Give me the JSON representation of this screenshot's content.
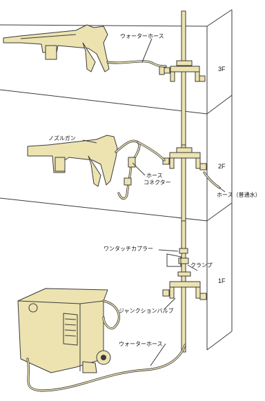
{
  "floors": {
    "f3": "3F",
    "f2": "2F",
    "f1": "1F"
  },
  "labels": {
    "water_hose_top": "ウォーターホース",
    "nozzle_gun": "ノズルガン",
    "hose_connector_l1": "ホース",
    "hose_connector_l2": "コネクター",
    "hose_tap_water": "ホース（普通水）",
    "one_touch_coupler": "ワンタッチカプラー",
    "clamp": "クランプ",
    "junction_valve": "ジャンクションバルブ",
    "water_hose_bottom": "ウォーターホース"
  },
  "colors": {
    "fill": "#ece3b1",
    "line": "#3a3a3a"
  }
}
